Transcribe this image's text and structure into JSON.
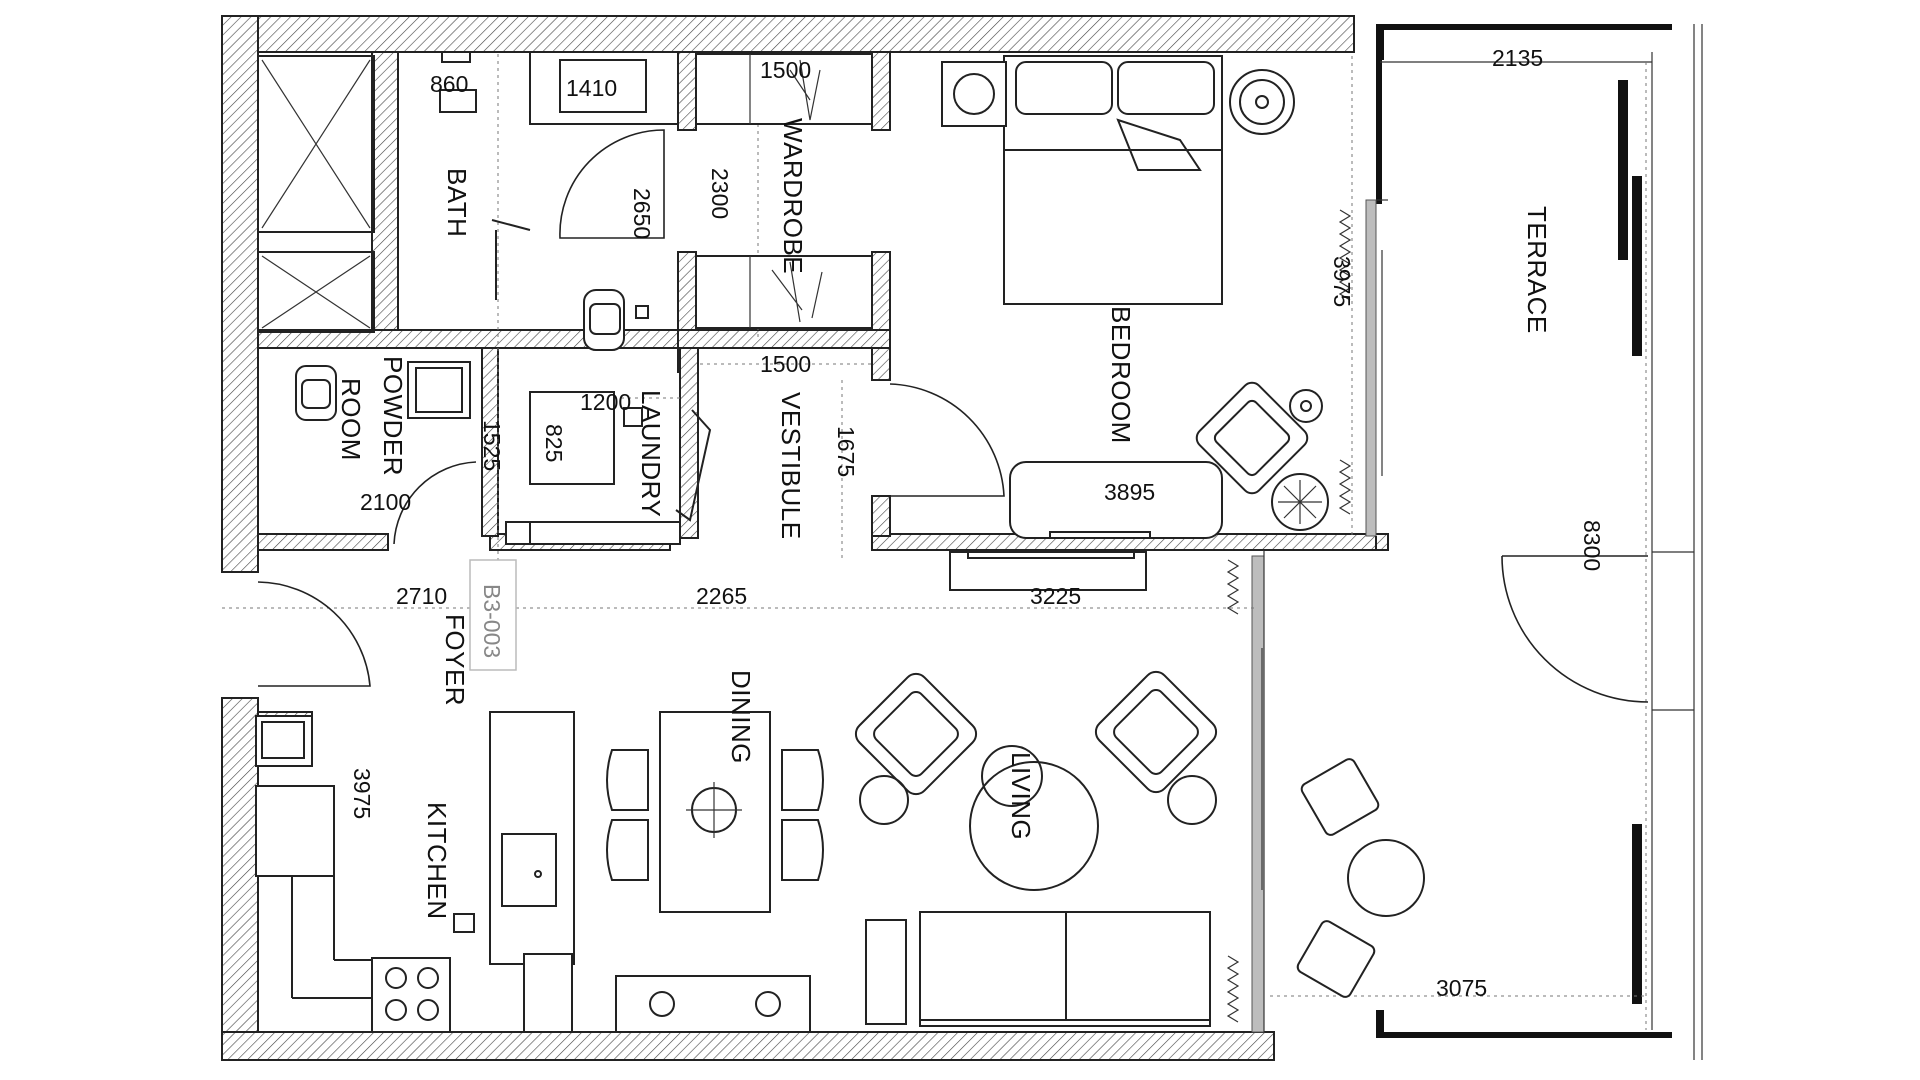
{
  "unit_code": "B3-003",
  "rooms": {
    "bath": "BATH",
    "wardrobe": "WARDROBE",
    "bedroom": "BEDROOM",
    "terrace": "TERRACE",
    "powder_room_line1": "POWDER",
    "powder_room_line2": "ROOM",
    "laundry": "LAUNDRY",
    "vestibule": "VESTIBULE",
    "foyer": "FOYER",
    "dining": "DINING",
    "living": "LIVING",
    "kitchen": "KITCHEN"
  },
  "dimensions": {
    "bath_860": "860",
    "bath_1410": "1410",
    "wardrobe_1500_top": "1500",
    "wardrobe_2300": "2300",
    "bath_2650": "2650",
    "wardrobe_1500_bottom": "1500",
    "terrace_2135": "2135",
    "bedroom_3975": "3975",
    "laundry_1200": "1200",
    "laundry_825": "825",
    "powder_1525": "1525",
    "vestibule_1675": "1675",
    "powder_2100": "2100",
    "bedroom_3895": "3895",
    "terrace_8300": "8300",
    "foyer_2710": "2710",
    "dining_2265": "2265",
    "living_3225": "3225",
    "kitchen_3975": "3975",
    "terrace_3075": "3075"
  }
}
